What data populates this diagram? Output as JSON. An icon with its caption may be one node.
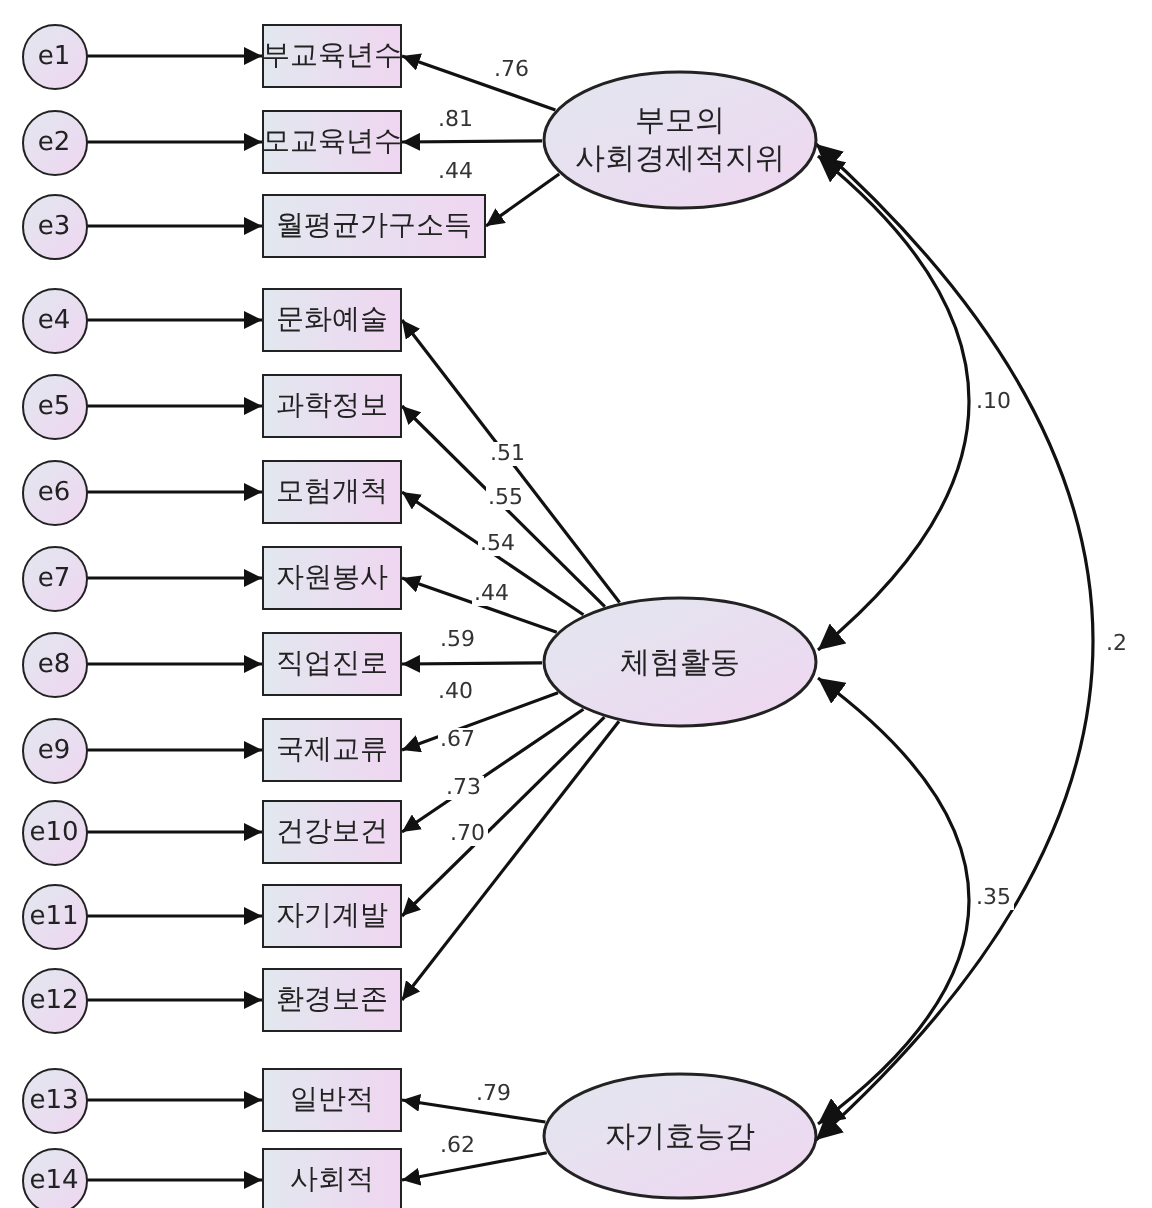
{
  "diagram": {
    "nodes": [
      {
        "text": [
          "e1"
        ]
      },
      {
        "text": [
          "e2"
        ]
      },
      {
        "text": [
          "e3"
        ]
      },
      {
        "text": [
          "e4"
        ]
      },
      {
        "text": [
          "e5"
        ]
      },
      {
        "text": [
          "e6"
        ]
      },
      {
        "text": [
          "e7"
        ]
      },
      {
        "text": [
          "e8"
        ]
      },
      {
        "text": [
          "e9"
        ]
      },
      {
        "text": [
          "e10"
        ]
      },
      {
        "text": [
          "e11"
        ]
      },
      {
        "text": [
          "e12"
        ]
      },
      {
        "text": [
          "e13"
        ]
      },
      {
        "text": [
          "e14"
        ]
      },
      {
        "text": [
          "부교육년수"
        ]
      },
      {
        "text": [
          "모교육년수"
        ]
      },
      {
        "text": [
          "월평균가구소득"
        ]
      },
      {
        "text": [
          "문화예술"
        ]
      },
      {
        "text": [
          "과학정보"
        ]
      },
      {
        "text": [
          "모험개척"
        ]
      },
      {
        "text": [
          "자원봉사"
        ]
      },
      {
        "text": [
          "직업진로"
        ]
      },
      {
        "text": [
          "국제교류"
        ]
      },
      {
        "text": [
          "건강보건"
        ]
      },
      {
        "text": [
          "자기계발"
        ]
      },
      {
        "text": [
          "환경보존"
        ]
      },
      {
        "text": [
          "일반적"
        ]
      },
      {
        "text": [
          "사회적"
        ]
      },
      {
        "text": [
          "부모의 사회경제적지위"
        ]
      },
      {
        "text": [
          "체험활동"
        ]
      },
      {
        "text": [
          "자기효능감"
        ]
      }
    ],
    "edges": [
      {
        "from": 0,
        "to": 14,
        "arrow": "to"
      },
      {
        "from": 1,
        "to": 15,
        "arrow": "to"
      },
      {
        "from": 2,
        "to": 16,
        "arrow": "to"
      },
      {
        "from": 3,
        "to": 17,
        "arrow": "to"
      },
      {
        "from": 4,
        "to": 18,
        "arrow": "to"
      },
      {
        "from": 5,
        "to": 19,
        "arrow": "to"
      },
      {
        "from": 6,
        "to": 20,
        "arrow": "to"
      },
      {
        "from": 7,
        "to": 21,
        "arrow": "to"
      },
      {
        "from": 8,
        "to": 22,
        "arrow": "to"
      },
      {
        "from": 9,
        "to": 23,
        "arrow": "to"
      },
      {
        "from": 10,
        "to": 24,
        "arrow": "to"
      },
      {
        "from": 11,
        "to": 25,
        "arrow": "to"
      },
      {
        "from": 12,
        "to": 26,
        "arrow": "to"
      },
      {
        "from": 13,
        "to": 27,
        "arrow": "to"
      },
      {
        "from": 28,
        "to": 14,
        "arrow": "to",
        "label": ".76"
      },
      {
        "from": 28,
        "to": 15,
        "arrow": "to",
        "label": ".81"
      },
      {
        "from": 28,
        "to": 16,
        "arrow": "to",
        "label": ".44"
      },
      {
        "from": 29,
        "to": 17,
        "arrow": "to",
        "label": ".51"
      },
      {
        "from": 29,
        "to": 18,
        "arrow": "to",
        "label": ".55"
      },
      {
        "from": 29,
        "to": 19,
        "arrow": "to",
        "label": ".54"
      },
      {
        "from": 29,
        "to": 20,
        "arrow": "to",
        "label": ".44"
      },
      {
        "from": 29,
        "to": 21,
        "arrow": "to",
        "label": ".59"
      },
      {
        "from": 29,
        "to": 22,
        "arrow": "to",
        "label": ".40"
      },
      {
        "from": 29,
        "to": 23,
        "arrow": "to",
        "label": ".67"
      },
      {
        "from": 29,
        "to": 24,
        "arrow": "to",
        "label": ".73"
      },
      {
        "from": 29,
        "to": 25,
        "arrow": "to",
        "label": ".70"
      },
      {
        "from": 30,
        "to": 26,
        "arrow": "to",
        "label": ".79"
      },
      {
        "from": 30,
        "to": 27,
        "arrow": "to",
        "label": ".62"
      },
      {
        "from": 28,
        "to": 29,
        "arrow": "both",
        "label": ".10"
      },
      {
        "from": 29,
        "to": 30,
        "arrow": "both",
        "label": ".35"
      },
      {
        "from": 28,
        "to": 30,
        "arrow": "both",
        "label": ".2"
      }
    ]
  }
}
